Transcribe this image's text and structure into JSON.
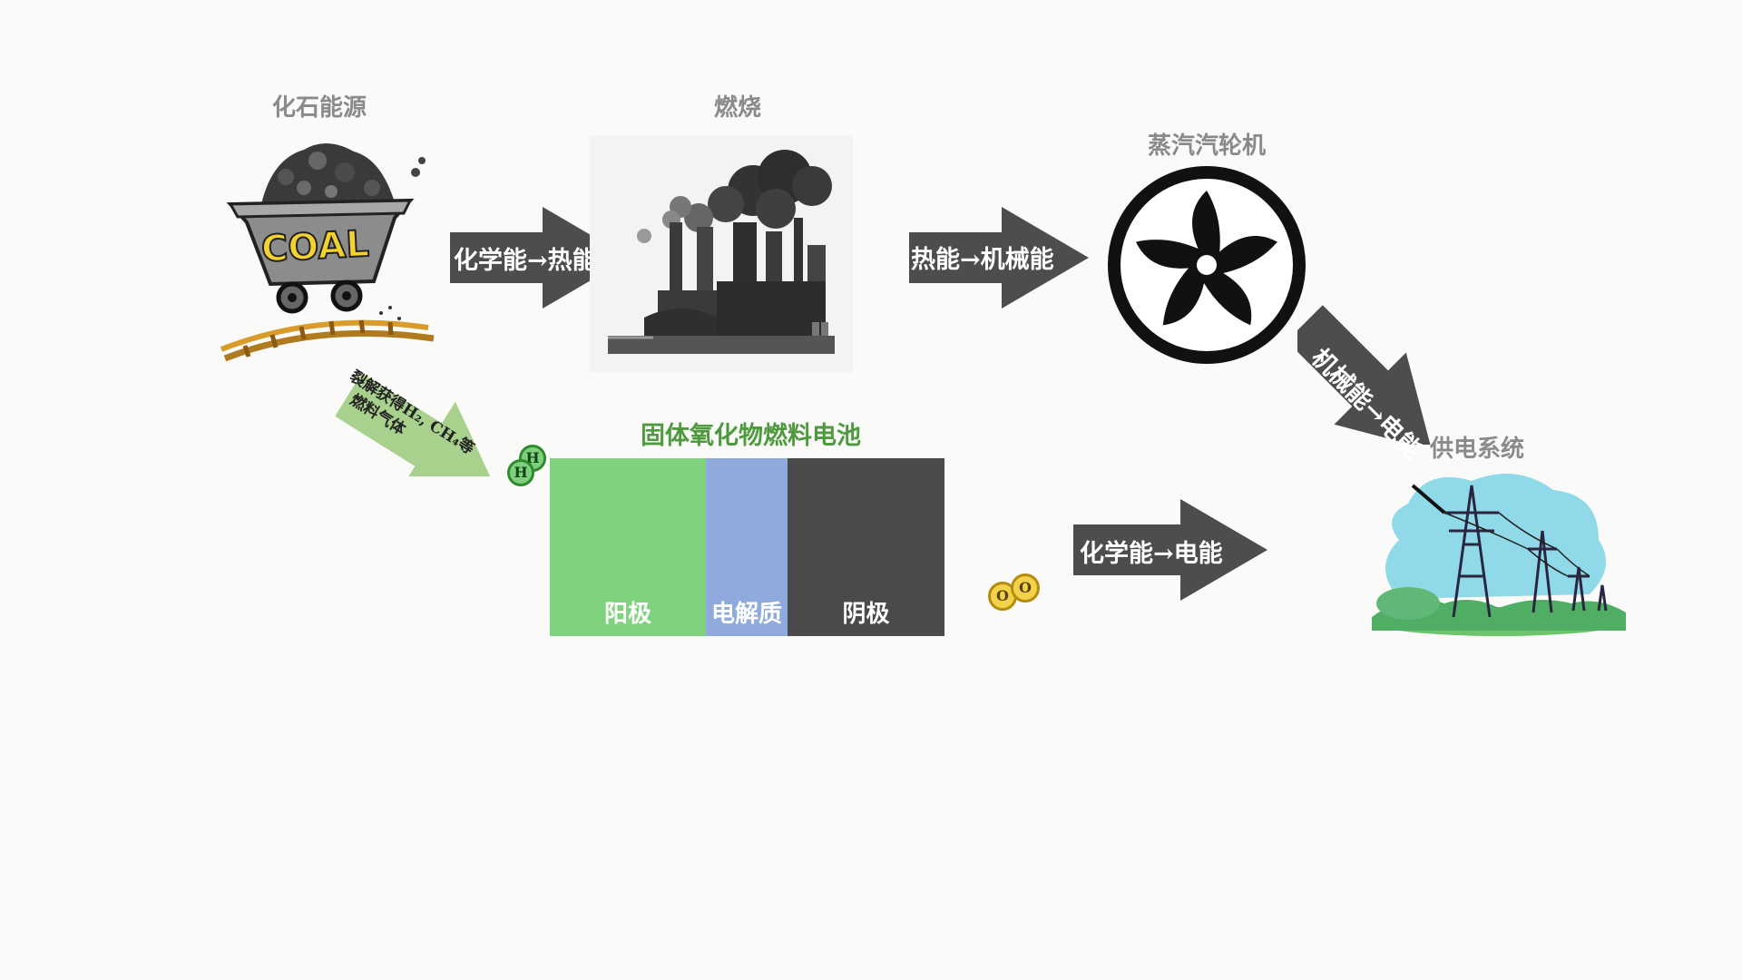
{
  "stages": {
    "fossil": "化石能源",
    "combustion": "燃烧",
    "turbine": "蒸汽汽轮机",
    "grid": "供电系统"
  },
  "arrows": {
    "chem_to_heat": "化学能→热能",
    "heat_to_mech": "热能→机械能",
    "mech_to_elec": "机械能→电能",
    "chem_to_elec": "化学能→电能",
    "pyrolysis_line1": "裂解获得H₂, CH₄等",
    "pyrolysis_line2": "燃料气体"
  },
  "coal_label": "COAL",
  "sofc": {
    "title": "固体氧化物燃料电池",
    "anode": "阳极",
    "electrolyte": "电解质",
    "cathode": "阴极"
  },
  "molecules": {
    "hydrogen": [
      "H",
      "H"
    ],
    "oxygen": [
      "O",
      "O"
    ]
  },
  "colors": {
    "arrow": "#4d4d4d",
    "green_arrow": "#a9d18e",
    "anode": "#7fd37f",
    "electrolyte": "#8faadc",
    "cathode": "#4a4a4a",
    "title_green": "#4f9a3f"
  }
}
